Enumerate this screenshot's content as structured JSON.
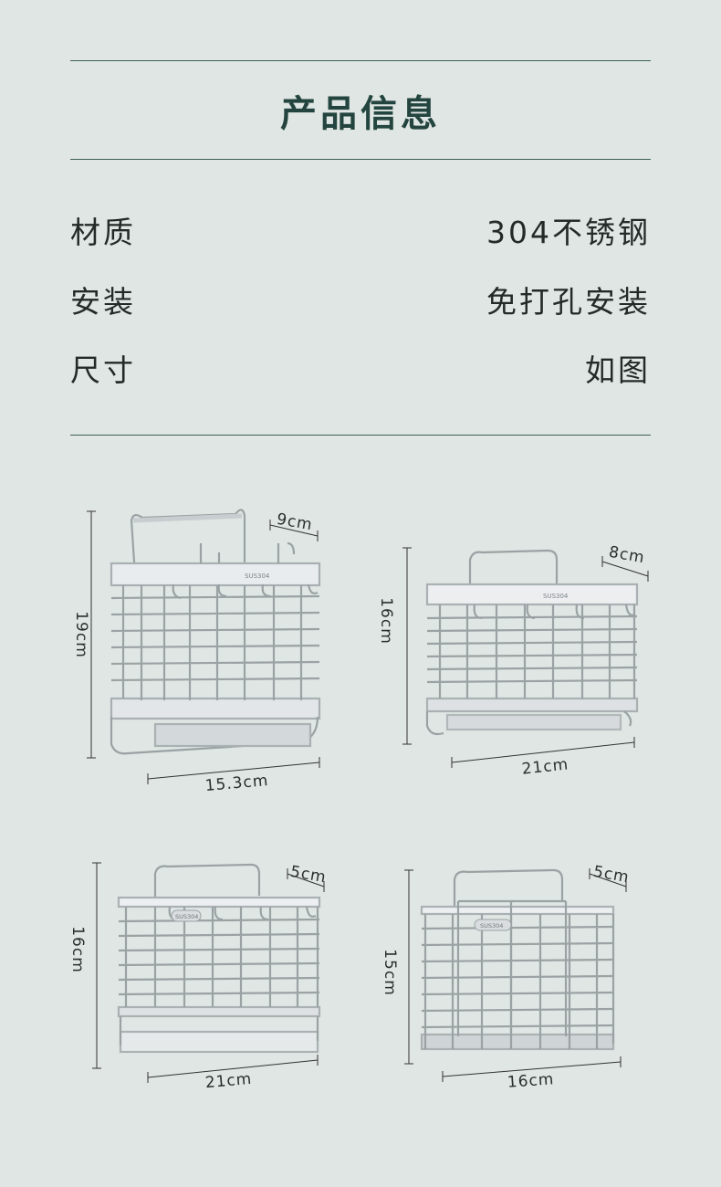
{
  "header": {
    "title": "产品信息"
  },
  "specs": [
    {
      "label": "材质",
      "value": "304不锈钢"
    },
    {
      "label": "安装",
      "value": "免打孔安装"
    },
    {
      "label": "尺寸",
      "value": "如图"
    }
  ],
  "products": [
    {
      "height": "19cm",
      "width": "15.3cm",
      "depth": "9cm",
      "stamp": "SUS304"
    },
    {
      "height": "16cm",
      "width": "21cm",
      "depth": "8cm",
      "stamp": "SUS304"
    },
    {
      "height": "16cm",
      "width": "21cm",
      "depth": "5cm",
      "stamp": "SUS304"
    },
    {
      "height": "15cm",
      "width": "16cm",
      "depth": "5cm",
      "stamp": "SUS304"
    }
  ]
}
